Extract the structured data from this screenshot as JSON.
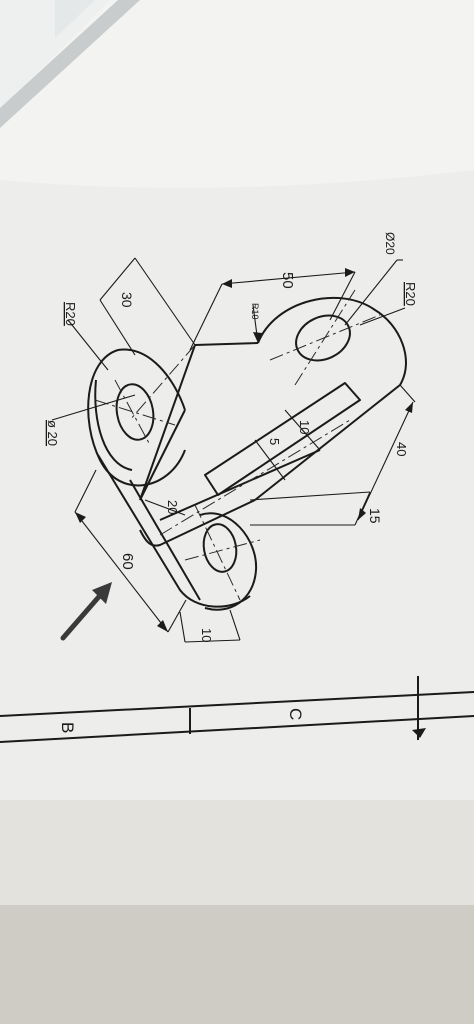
{
  "drawing": {
    "dimensions": {
      "d30": "30",
      "d50": "50",
      "r10": "R10",
      "phi20_top": "Ø20",
      "r20_right": "R20",
      "r20_left": "R20",
      "phi20_left": "ø 20",
      "d10_slot": "10",
      "d5_slot": "5",
      "d40": "40",
      "d15": "15",
      "d20": "20",
      "d60": "60",
      "d10_bottom": "10"
    },
    "title_block": {
      "zone_b": "B",
      "zone_c": "C"
    }
  },
  "colors": {
    "paper": "#f4f4f2",
    "ink": "#1b1b1b",
    "counter_top": "#d9d6cf"
  }
}
